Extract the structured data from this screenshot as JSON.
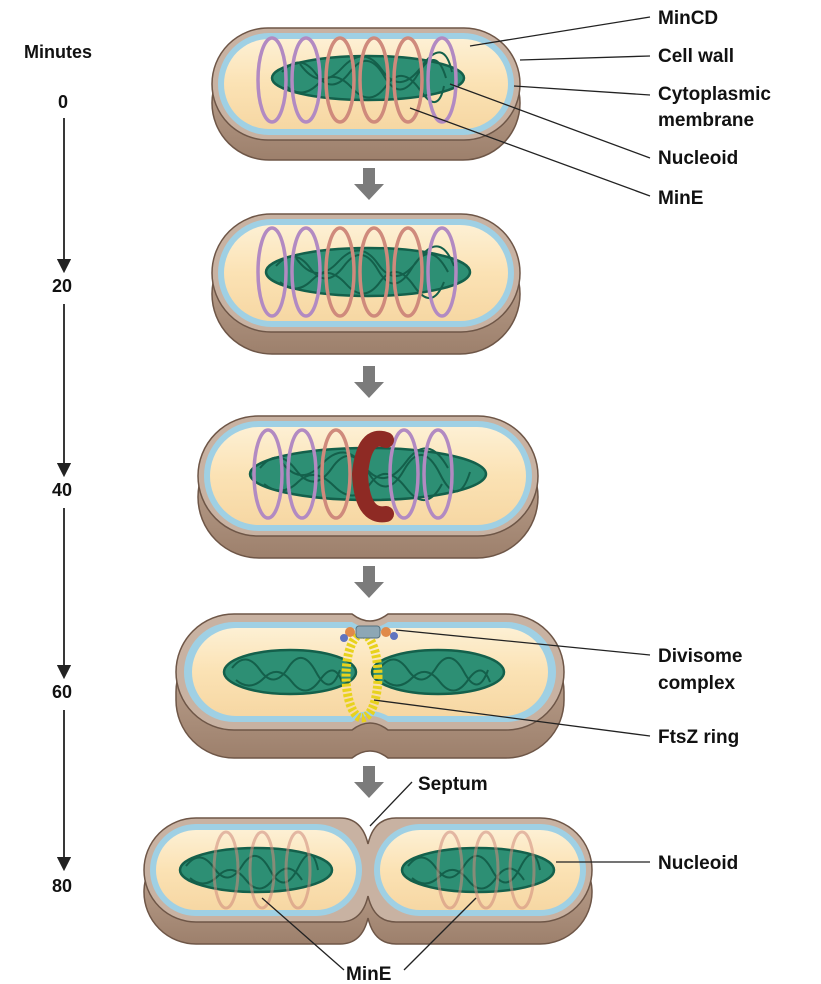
{
  "timeline": {
    "title": "Minutes",
    "ticks": [
      "0",
      "20",
      "40",
      "60",
      "80"
    ]
  },
  "labels": {
    "mincd": "MinCD",
    "cell_wall": "Cell wall",
    "cyto_line1": "Cytoplasmic",
    "cyto_line2": "membrane",
    "nucleoid_top": "Nucleoid",
    "mine_top": "MinE",
    "divisome_line1": "Divisome",
    "divisome_line2": "complex",
    "ftsz": "FtsZ ring",
    "septum": "Septum",
    "nucleoid_bottom": "Nucleoid",
    "mine_bottom": "MinE"
  },
  "colors": {
    "wall": "#b39885",
    "wall_dark": "#8f7361",
    "membrane": "#8ec6de",
    "cytoplasm": "#fbe6bf",
    "nucleoid": "#2d8f74",
    "nucleoid_dark": "#14604b",
    "minCD": "#b28ac2",
    "minE": "#cf8a7c",
    "ftsZ": "#e8d21c",
    "arrow": "#7b7b7b"
  }
}
